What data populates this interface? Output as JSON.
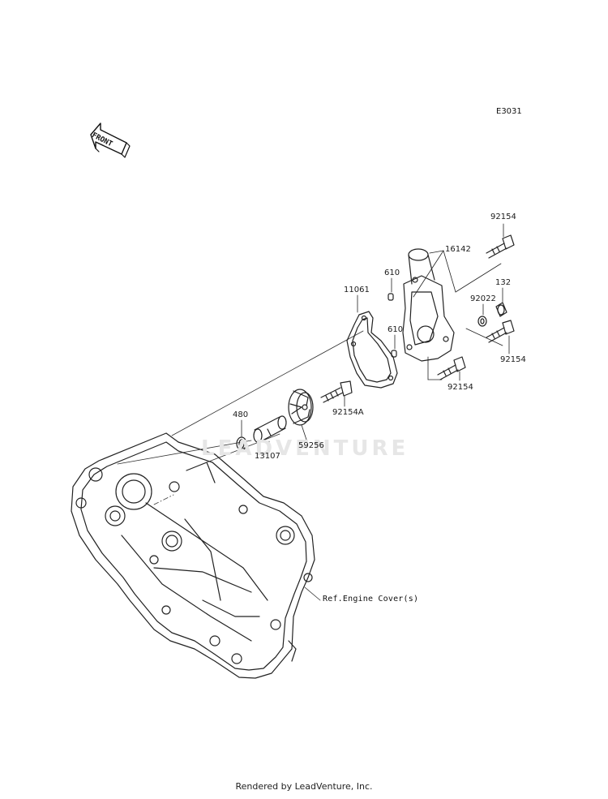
{
  "diagram": {
    "code": "E3031",
    "watermark": "LEADVENTURE",
    "front_arrow_label": "FRONT",
    "ref_note": "Ref.Engine Cover(s)",
    "footer": "Rendered by LeadVenture, Inc.",
    "parts": {
      "p92154_top": "92154",
      "p16142": "16142",
      "p610_upper": "610",
      "p11061": "11061",
      "p132": "132",
      "p92022": "92022",
      "p610_lower": "610",
      "p92154_right": "92154",
      "p92154_bottom": "92154",
      "p92154A": "92154A",
      "p480": "480",
      "p13107": "13107",
      "p59256": "59256"
    }
  }
}
